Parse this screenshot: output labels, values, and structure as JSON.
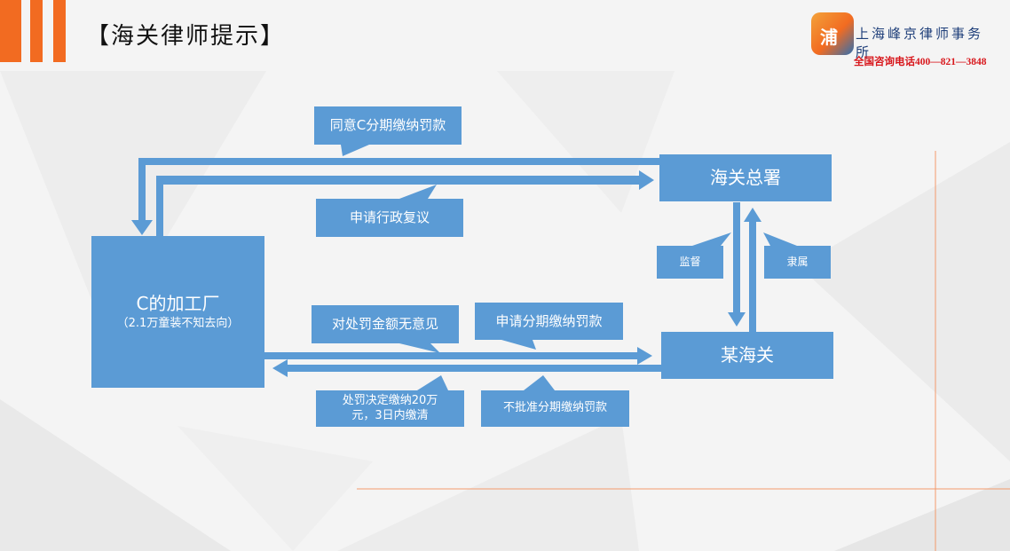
{
  "header": {
    "title": "【海关律师提示】"
  },
  "logo": {
    "glyph": "浦",
    "name": "上海峰京律师事务所",
    "phone": "全国咨询电话400—821—3848"
  },
  "diagram": {
    "nodes": {
      "factory": {
        "label": "C的加工厂",
        "sub": "（2.1万童装不知去向）"
      },
      "customs_hq": {
        "label": "海关总署"
      },
      "local_customs": {
        "label": "某海关"
      }
    },
    "callouts": {
      "agree_installment": "同意C分期缴纳罚款",
      "apply_review": "申请行政复议",
      "no_objection": "对处罚金额无意见",
      "apply_installment": "申请分期缴纳罚款",
      "penalty_decision": "处罚决定缴纳20万元，3日内缴清",
      "deny_installment": "不批准分期缴纳罚款",
      "supervise": "监督",
      "subordinate": "隶属"
    }
  },
  "colors": {
    "accent": "#f26b21",
    "box": "#5b9bd5",
    "logo_text": "#1f3f7a",
    "phone": "#d8161b"
  }
}
